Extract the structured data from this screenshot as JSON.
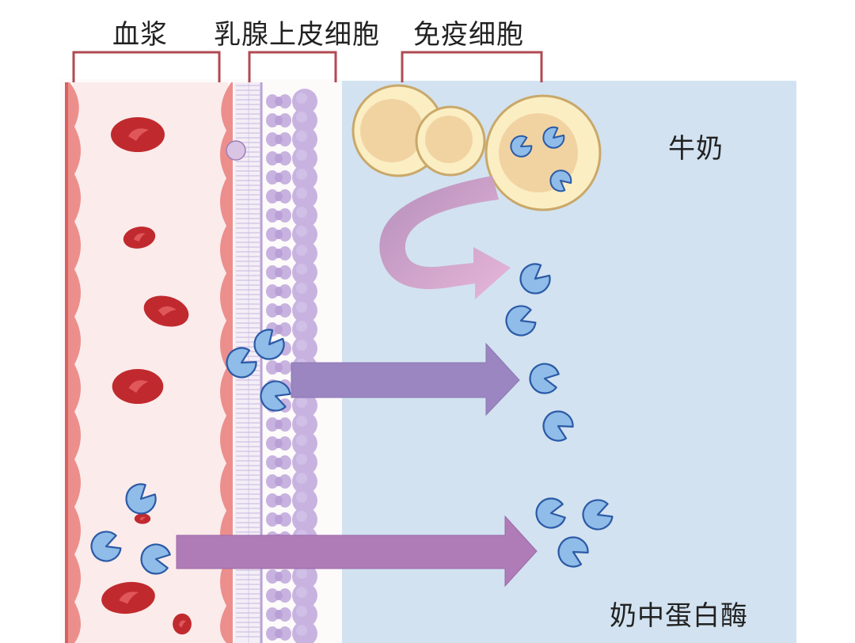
{
  "labels": {
    "plasma": "血浆",
    "epithelium": "乳腺上皮细胞",
    "immune_cells": "免疫细胞",
    "milk": "牛奶",
    "enzyme": "奶中蛋白酶"
  },
  "colors": {
    "plasma_bg": "#fbebeb",
    "vessel_wall": "#ec8f8c",
    "red_blood_cell": "#c02a2e",
    "epithelial_cell": "#c8b3e0",
    "milk_bg": "#d2e2f0",
    "immune_cell": "#fbeec3",
    "enzyme_blue": "#8fbce8",
    "arrow_purple": "#9b86c1",
    "arrow_magenta": "#b06fb0",
    "bracket": "#b04a52"
  },
  "icons": [
    "red-blood-cell-icon",
    "protease-icon",
    "immune-cell-icon",
    "epithelial-cell-icon"
  ]
}
